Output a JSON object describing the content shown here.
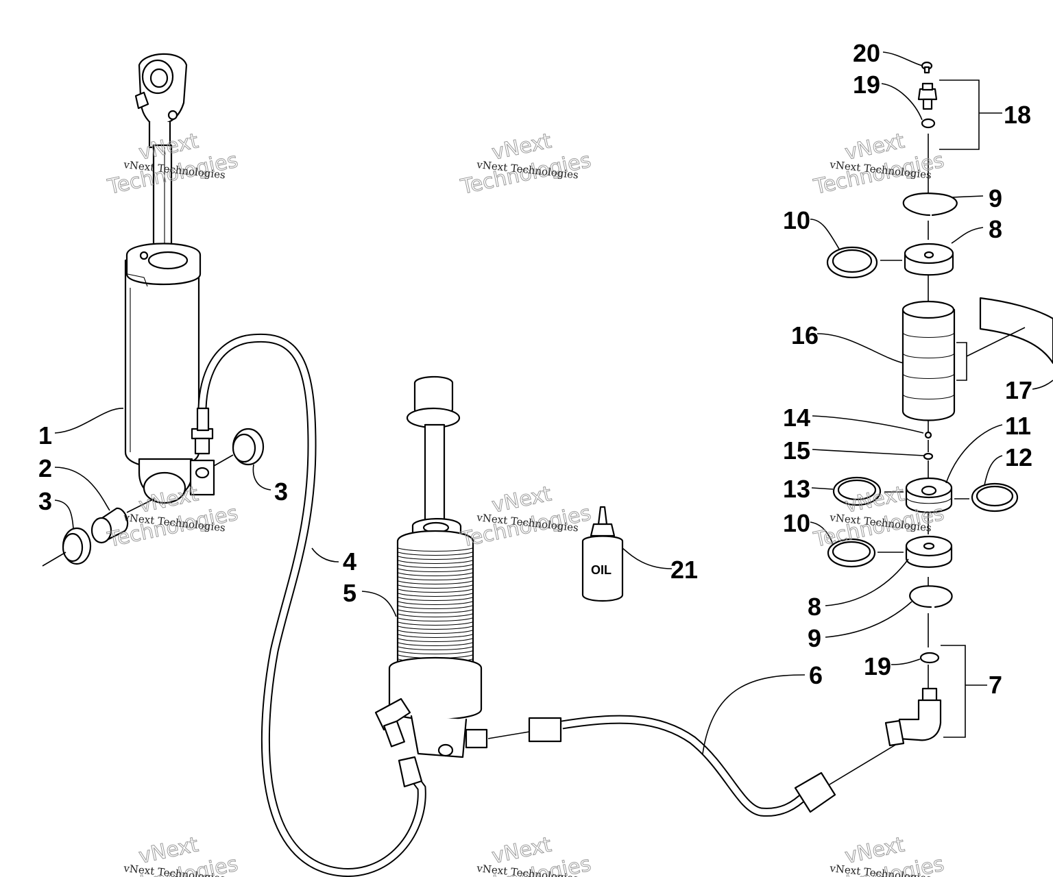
{
  "diagram": {
    "bottle_label": "OIL",
    "callouts": [
      {
        "id": "c1",
        "text": "1"
      },
      {
        "id": "c2",
        "text": "2"
      },
      {
        "id": "c3a",
        "text": "3"
      },
      {
        "id": "c3b",
        "text": "3"
      },
      {
        "id": "c4",
        "text": "4"
      },
      {
        "id": "c5",
        "text": "5"
      },
      {
        "id": "c6",
        "text": "6"
      },
      {
        "id": "c7",
        "text": "7"
      },
      {
        "id": "c8a",
        "text": "8"
      },
      {
        "id": "c8b",
        "text": "8"
      },
      {
        "id": "c9a",
        "text": "9"
      },
      {
        "id": "c9b",
        "text": "9"
      },
      {
        "id": "c10a",
        "text": "10"
      },
      {
        "id": "c10b",
        "text": "10"
      },
      {
        "id": "c11",
        "text": "11"
      },
      {
        "id": "c12",
        "text": "12"
      },
      {
        "id": "c13",
        "text": "13"
      },
      {
        "id": "c14",
        "text": "14"
      },
      {
        "id": "c15",
        "text": "15"
      },
      {
        "id": "c16",
        "text": "16"
      },
      {
        "id": "c17",
        "text": "17"
      },
      {
        "id": "c18",
        "text": "18"
      },
      {
        "id": "c19a",
        "text": "19"
      },
      {
        "id": "c19b",
        "text": "19"
      },
      {
        "id": "c20",
        "text": "20"
      },
      {
        "id": "c21",
        "text": "21"
      }
    ],
    "watermark": {
      "line1": "vNext Technologies",
      "line2": "vNext",
      "line3": "Technologies"
    }
  }
}
